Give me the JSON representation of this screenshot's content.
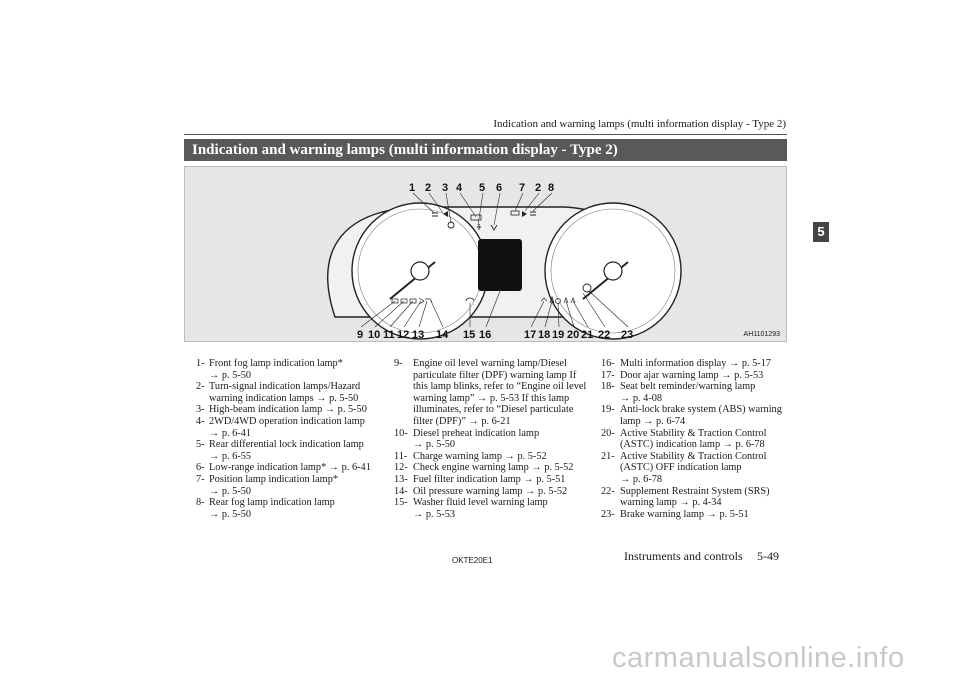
{
  "header": {
    "running_title": "Indication and warning lamps (multi information display - Type 2)",
    "section_title": "Indication and warning lamps (multi information display - Type 2)",
    "chapter_tab": "5"
  },
  "figure": {
    "code": "AH1101293",
    "top_callouts": [
      "1",
      "2",
      "3",
      "4",
      "5",
      "6",
      "7",
      "2",
      "8"
    ],
    "bottom_callouts": [
      "9",
      "10",
      "11",
      "12",
      "13",
      "14",
      "15",
      "16",
      "17",
      "18",
      "19",
      "20",
      "21",
      "22",
      "23"
    ],
    "icons": [
      "fog-lamp-icon",
      "turn-signal-icon",
      "high-beam-icon",
      "oil-pressure-icon",
      "seat-belt-icon",
      "brake-warning-icon"
    ]
  },
  "legend": {
    "col1": [
      {
        "num": "1-",
        "text": "Front fog lamp indication lamp*",
        "ref": "→ p. 5-50"
      },
      {
        "num": "2-",
        "text": "Turn-signal indication lamps/Hazard warning indication lamps → p. 5-50",
        "ref": ""
      },
      {
        "num": "3-",
        "text": "High-beam indication lamp → p. 5-50",
        "ref": ""
      },
      {
        "num": "4-",
        "text": "2WD/4WD operation indication lamp",
        "ref": "→ p. 6-41"
      },
      {
        "num": "5-",
        "text": "Rear differential lock indication lamp",
        "ref": "→ p. 6-55"
      },
      {
        "num": "6-",
        "text": "Low-range indication lamp* → p. 6-41",
        "ref": ""
      },
      {
        "num": "7-",
        "text": "Position lamp indication lamp*",
        "ref": "→ p. 5-50"
      },
      {
        "num": "8-",
        "text": "Rear fog lamp indication lamp",
        "ref": "→ p. 5-50"
      }
    ],
    "col2": [
      {
        "num": "9-",
        "text": "Engine oil level warning lamp/Diesel particulate filter (DPF) warning lamp If this lamp blinks, refer to “Engine oil level warning lamp” → p. 5-53 If this lamp illuminates, refer to “Diesel particulate filter (DPF)” → p. 6-21",
        "ref": ""
      },
      {
        "num": "10-",
        "text": "Diesel preheat indication lamp",
        "ref": "→ p. 5-50"
      },
      {
        "num": "11-",
        "text": "Charge warning lamp → p. 5-52",
        "ref": ""
      },
      {
        "num": "12-",
        "text": "Check engine warning lamp → p. 5-52",
        "ref": ""
      },
      {
        "num": "13-",
        "text": "Fuel filter indication lamp → p. 5-51",
        "ref": ""
      },
      {
        "num": "14-",
        "text": "Oil pressure warning lamp → p. 5-52",
        "ref": ""
      },
      {
        "num": "15-",
        "text": "Washer fluid level warning lamp",
        "ref": "→ p. 5-53"
      }
    ],
    "col3": [
      {
        "num": "16-",
        "text": "Multi information display → p. 5-17",
        "ref": ""
      },
      {
        "num": "17-",
        "text": "Door ajar warning lamp → p. 5-53",
        "ref": ""
      },
      {
        "num": "18-",
        "text": "Seat belt reminder/warning lamp",
        "ref": "→ p. 4-08"
      },
      {
        "num": "19-",
        "text": "Anti-lock brake system (ABS) warning lamp → p. 6-74",
        "ref": ""
      },
      {
        "num": "20-",
        "text": "Active Stability & Traction Control (ASTC) indication lamp → p. 6-78",
        "ref": ""
      },
      {
        "num": "21-",
        "text": "Active Stability & Traction Control (ASTC) OFF indication lamp",
        "ref": "→ p. 6-78"
      },
      {
        "num": "22-",
        "text": "Supplement Restraint System (SRS) warning lamp → p. 4-34",
        "ref": ""
      },
      {
        "num": "23-",
        "text": "Brake warning lamp → p. 5-51",
        "ref": ""
      }
    ]
  },
  "footer": {
    "code": "OKTE20E1",
    "section": "Instruments and controls",
    "page": "5-49"
  },
  "watermark": "carmanualsonline.info"
}
